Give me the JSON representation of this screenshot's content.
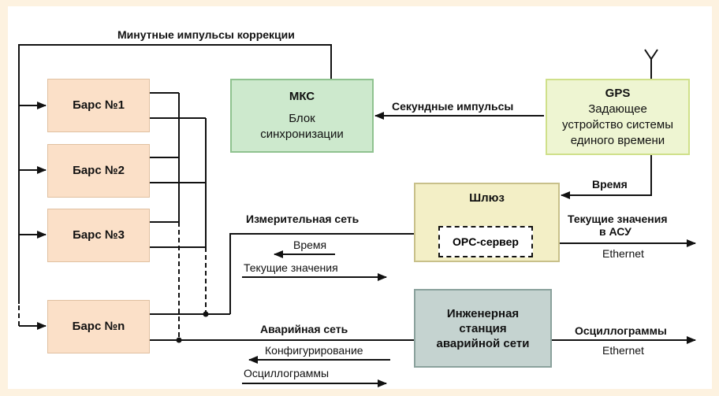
{
  "boxes": {
    "bars1": "Барс №1",
    "bars2": "Барс №2",
    "bars3": "Барс №3",
    "barsn": "Барс №n",
    "mks_title": "МКС",
    "mks_l1": "Блок",
    "mks_l2": "синхронизации",
    "gps_title": "GPS",
    "gps_l1": "Задающее",
    "gps_l2": "устройство системы",
    "gps_l3": "единого времени",
    "gateway_title": "Шлюз",
    "opc": "OPC-сервер",
    "eng_l1": "Инженерная",
    "eng_l2": "станция",
    "eng_l3": "аварийной сети"
  },
  "labels": {
    "minute_pulses": "Минутные импульсы коррекции",
    "second_pulses": "Секундные импульсы",
    "time_gps": "Время",
    "measure_net": "Измерительная сеть",
    "time_arrow": "Время",
    "current_values": "Текущие значения",
    "current_asu_l1": "Текущие значения",
    "current_asu_l2": "в АСУ",
    "ethernet1": "Ethernet",
    "emergency_net": "Аварийная сеть",
    "configuring": "Конфигурирование",
    "oscillograms": "Осциллограммы",
    "oscillograms_out": "Осциллограммы",
    "ethernet2": "Ethernet"
  }
}
